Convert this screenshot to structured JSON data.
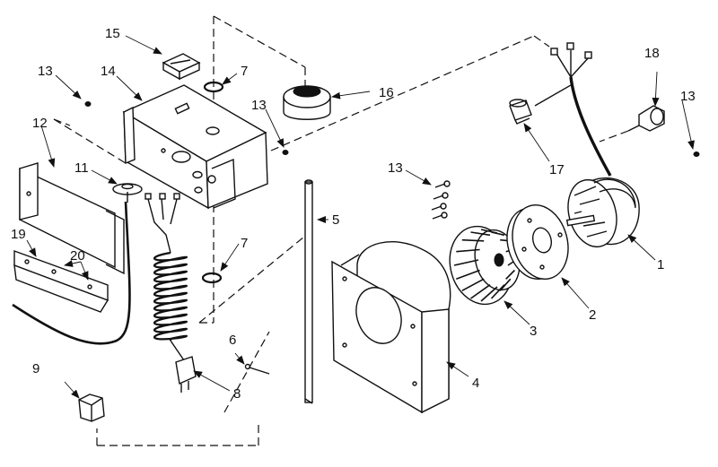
{
  "callouts": {
    "c1": "1",
    "c2": "2",
    "c3": "3",
    "c4": "4",
    "c5": "5",
    "c6": "6",
    "c7a": "7",
    "c7b": "7",
    "c8": "8",
    "c9": "9",
    "c11": "11",
    "c12": "12",
    "c13a": "13",
    "c13b": "13",
    "c13c": "13",
    "c13d": "13",
    "c14": "14",
    "c15": "15",
    "c16": "16",
    "c17": "17",
    "c18": "18",
    "c19": "19",
    "c20": "20"
  }
}
